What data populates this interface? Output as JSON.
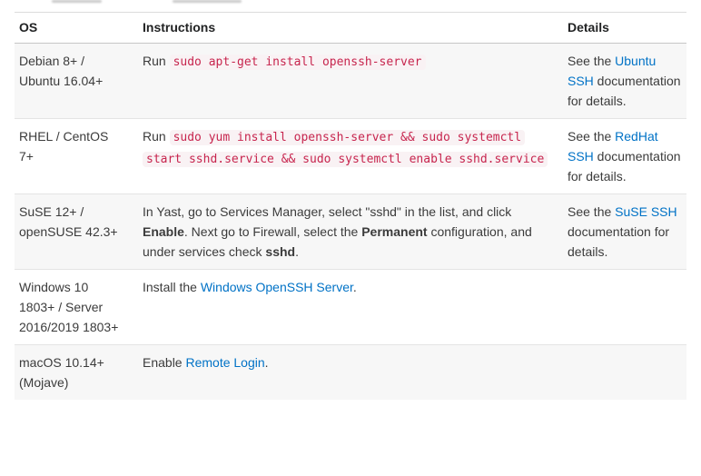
{
  "colors": {
    "link": "#0072c6",
    "code_text": "#c7254e",
    "code_background": "#f9f2f4",
    "stripe_background": "#f7f7f7",
    "body_text": "#3b3b3b",
    "header_text": "#222324"
  },
  "table": {
    "headers": [
      {
        "label": "OS"
      },
      {
        "label": "Instructions"
      },
      {
        "label": "Details"
      }
    ],
    "rows": [
      {
        "os": "Debian 8+ / Ubuntu 16.04+",
        "instructions": [
          {
            "type": "text",
            "text": "Run "
          },
          {
            "type": "code",
            "text": "sudo apt-get install openssh-server"
          }
        ],
        "details": [
          {
            "type": "text",
            "text": "See the "
          },
          {
            "type": "link",
            "text": "Ubuntu SSH",
            "name": "ubuntu-ssh-docs-link"
          },
          {
            "type": "text",
            "text": " documentation for details."
          }
        ]
      },
      {
        "os": "RHEL / CentOS 7+",
        "instructions": [
          {
            "type": "text",
            "text": "Run "
          },
          {
            "type": "code",
            "text": "sudo yum install openssh-server && sudo systemctl start sshd.service && sudo systemctl enable sshd.service"
          }
        ],
        "details": [
          {
            "type": "text",
            "text": "See the "
          },
          {
            "type": "link",
            "text": "RedHat SSH",
            "name": "redhat-ssh-docs-link"
          },
          {
            "type": "text",
            "text": " documentation for details."
          }
        ]
      },
      {
        "os": "SuSE 12+ / openSUSE 42.3+",
        "instructions": [
          {
            "type": "text",
            "text": "In Yast, go to Services Manager, select \"sshd\" in the list, and click "
          },
          {
            "type": "bold",
            "text": "Enable"
          },
          {
            "type": "text",
            "text": ". Next go to Firewall, select the "
          },
          {
            "type": "bold",
            "text": "Permanent"
          },
          {
            "type": "text",
            "text": " configuration, and under services check "
          },
          {
            "type": "bold",
            "text": "sshd"
          },
          {
            "type": "text",
            "text": "."
          }
        ],
        "details": [
          {
            "type": "text",
            "text": "See the "
          },
          {
            "type": "link",
            "text": "SuSE SSH",
            "name": "suse-ssh-docs-link"
          },
          {
            "type": "text",
            "text": " documentation for details."
          }
        ]
      },
      {
        "os": "Windows 10 1803+ / Server 2016/2019 1803+",
        "instructions": [
          {
            "type": "text",
            "text": "Install the "
          },
          {
            "type": "link",
            "text": "Windows OpenSSH Server",
            "name": "windows-openssh-server-link"
          },
          {
            "type": "text",
            "text": "."
          }
        ],
        "details": []
      },
      {
        "os": "macOS 10.14+ (Mojave)",
        "instructions": [
          {
            "type": "text",
            "text": "Enable "
          },
          {
            "type": "link",
            "text": "Remote Login",
            "name": "remote-login-link"
          },
          {
            "type": "text",
            "text": "."
          }
        ],
        "details": []
      }
    ]
  }
}
